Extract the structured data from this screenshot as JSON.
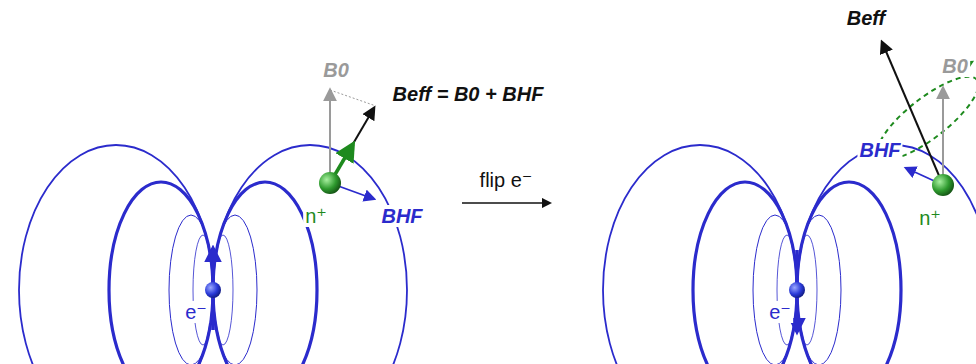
{
  "diagram": {
    "labels": [
      "B0",
      "Beff = B0 + BHF",
      "BHF",
      "n⁺",
      "e⁻",
      "flip e⁻",
      "Beff",
      "B0",
      "BHF",
      "n⁺",
      "e⁻"
    ]
  }
}
